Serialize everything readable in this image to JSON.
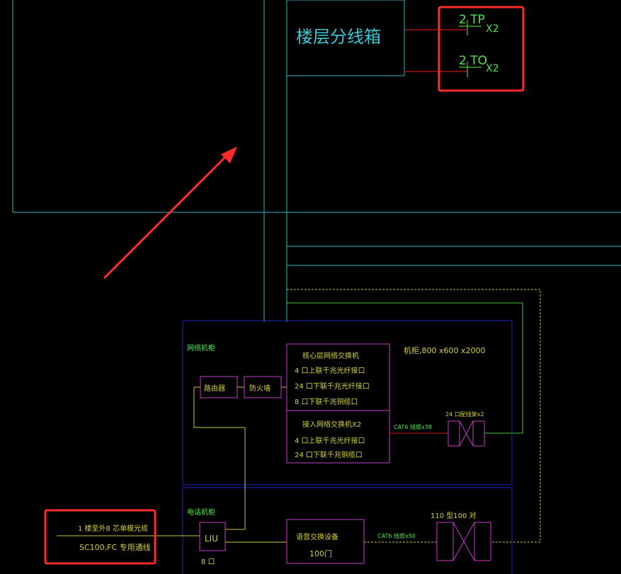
{
  "colors": {
    "background": "#000000",
    "cyan": "#2fb7c2",
    "red_highlight": "#ff2a2a",
    "red_line": "#c81414",
    "green": "#3cc83c",
    "yellow": "#c8c83c",
    "blue": "#2222c8",
    "magenta": "#c83cc8",
    "text_cyan": "#3cc8d2",
    "text_green": "#50e650",
    "text_yellow": "#d2d23c"
  },
  "floor_box": {
    "label": "楼层分线箱"
  },
  "outlets": [
    {
      "code": "2 TP",
      "mult": "X2"
    },
    {
      "code": "2 TO",
      "mult": "X2"
    }
  ],
  "network_cabinet": {
    "label": "网络机柜",
    "router": "路由器",
    "firewall": "防火墙",
    "cabinet_size": "机柜,800 x600 x2000",
    "core_switch": {
      "title": "核心层网络交换机",
      "lines": [
        "4 口上联千兆光纤接口",
        "24 口下联千兆光纤接口",
        "8 口下联千兆铜缆口"
      ]
    },
    "access_switch": {
      "title": "接入网络交换机X2",
      "lines": [
        "4 口上联千兆光纤接口",
        "24 口下联千兆铜缆口"
      ]
    },
    "cable_label": "CAT6 线缆x38",
    "patch_label": "24 口配线架x2"
  },
  "phone_cabinet": {
    "label": "电话机柜",
    "liu": "LIU",
    "liu_ports": "8 口",
    "voice_device": {
      "title": "语音交换设备",
      "ports": "100门"
    },
    "cable_label": "CAT6 线缆x50",
    "patch_label": "110 型100 对"
  },
  "incoming": {
    "line1": "1 楼至外8 芯单模光缆",
    "line2": "SC100,FC   专用通线"
  }
}
